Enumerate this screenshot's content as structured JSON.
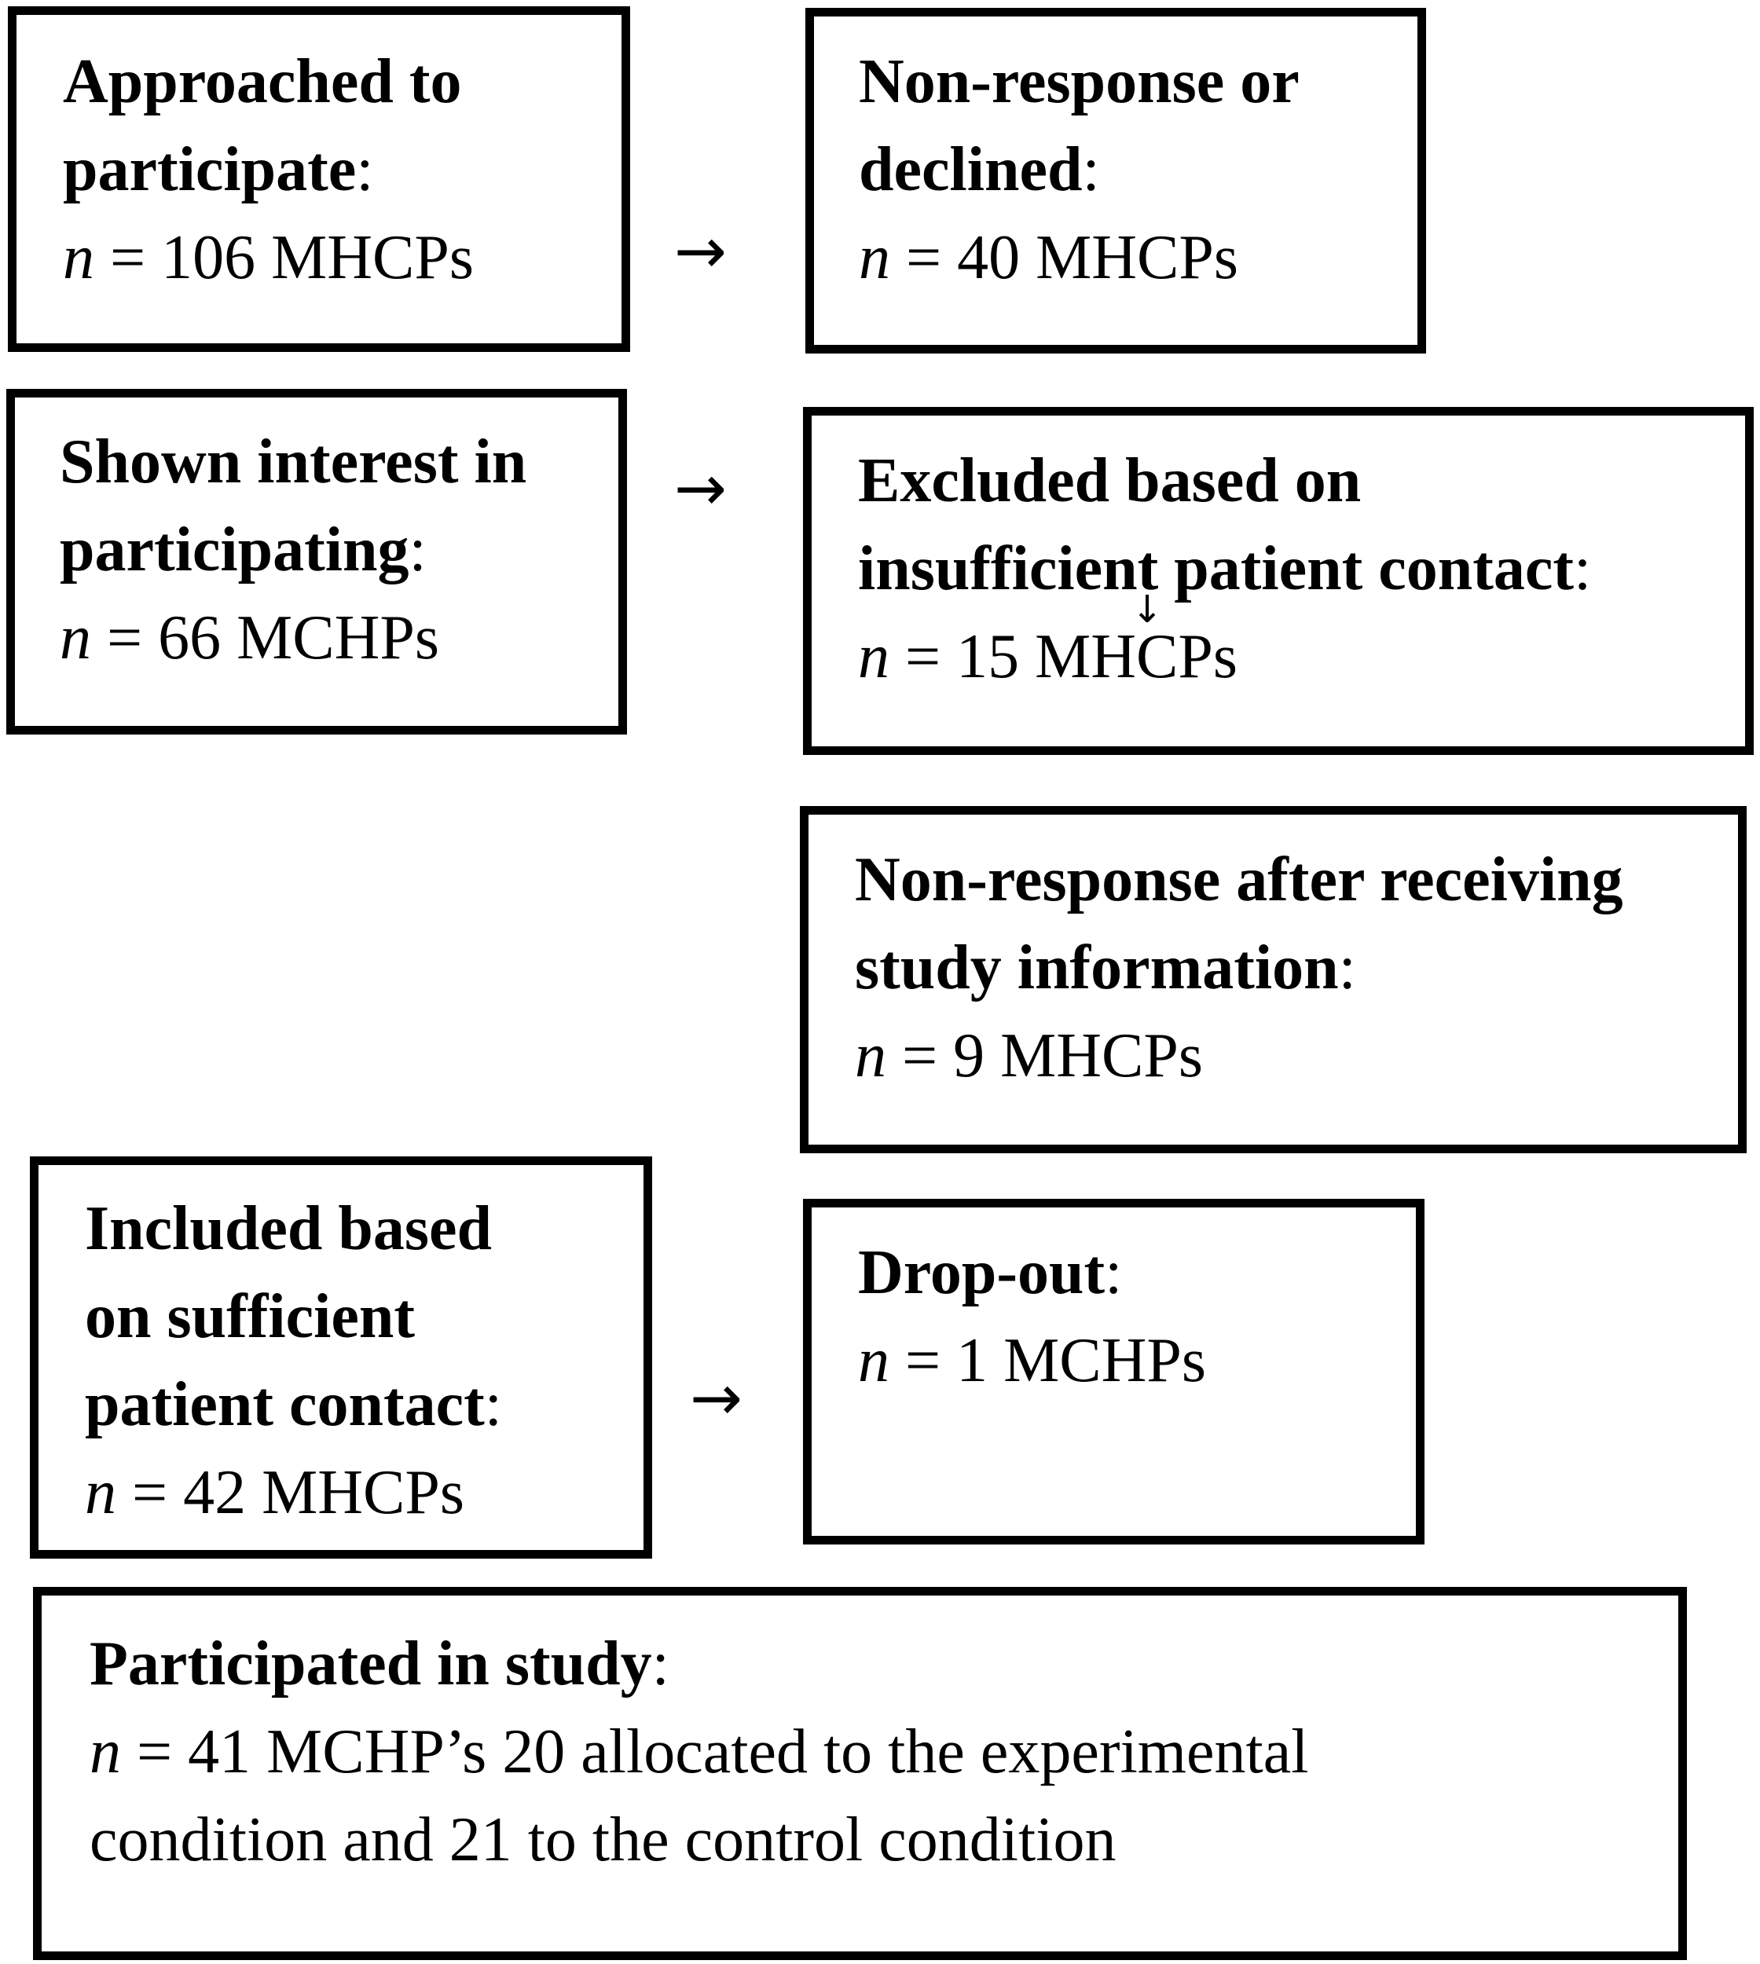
{
  "boxes": {
    "approached": {
      "title": [
        "Approached to",
        "participate"
      ],
      "colon": ":",
      "n_var": "n",
      "n_text": " = 106 MHCPs"
    },
    "nonresponse_declined": {
      "title": [
        "Non-response or",
        "declined"
      ],
      "colon": ":",
      "n_var": "n",
      "n_text": " = 40 MHCPs"
    },
    "shown_interest": {
      "title": [
        "Shown interest in",
        "participating"
      ],
      "colon": ":",
      "n_var": "n",
      "n_text": " = 66 MCHPs"
    },
    "excluded": {
      "title": [
        "Excluded based on",
        "insufficient patient contact"
      ],
      "colon": ":",
      "n_var": "n",
      "n_text": " = 15 MHCPs"
    },
    "nonresponse_after_info": {
      "title": [
        "Non-response after receiving",
        "study information"
      ],
      "colon": ":",
      "n_var": "n",
      "n_text": " = 9 MHCPs"
    },
    "included": {
      "title": [
        "Included based",
        "on sufficient",
        "patient contact"
      ],
      "colon": ":",
      "n_var": "n",
      "n_text": " = 42 MHCPs"
    },
    "dropout": {
      "title": [
        "Drop-out"
      ],
      "colon": ":",
      "n_var": "n",
      "n_text": " = 1 MCHPs"
    },
    "participated": {
      "title": [
        "Participated in study"
      ],
      "colon": ":",
      "n_var": "n",
      "n_text": " = 41 MCHP’s 20 allocated to the experimental",
      "n_text2": "condition and 21 to the control condition"
    }
  },
  "arrows": {
    "right": "→",
    "down": "↓"
  }
}
